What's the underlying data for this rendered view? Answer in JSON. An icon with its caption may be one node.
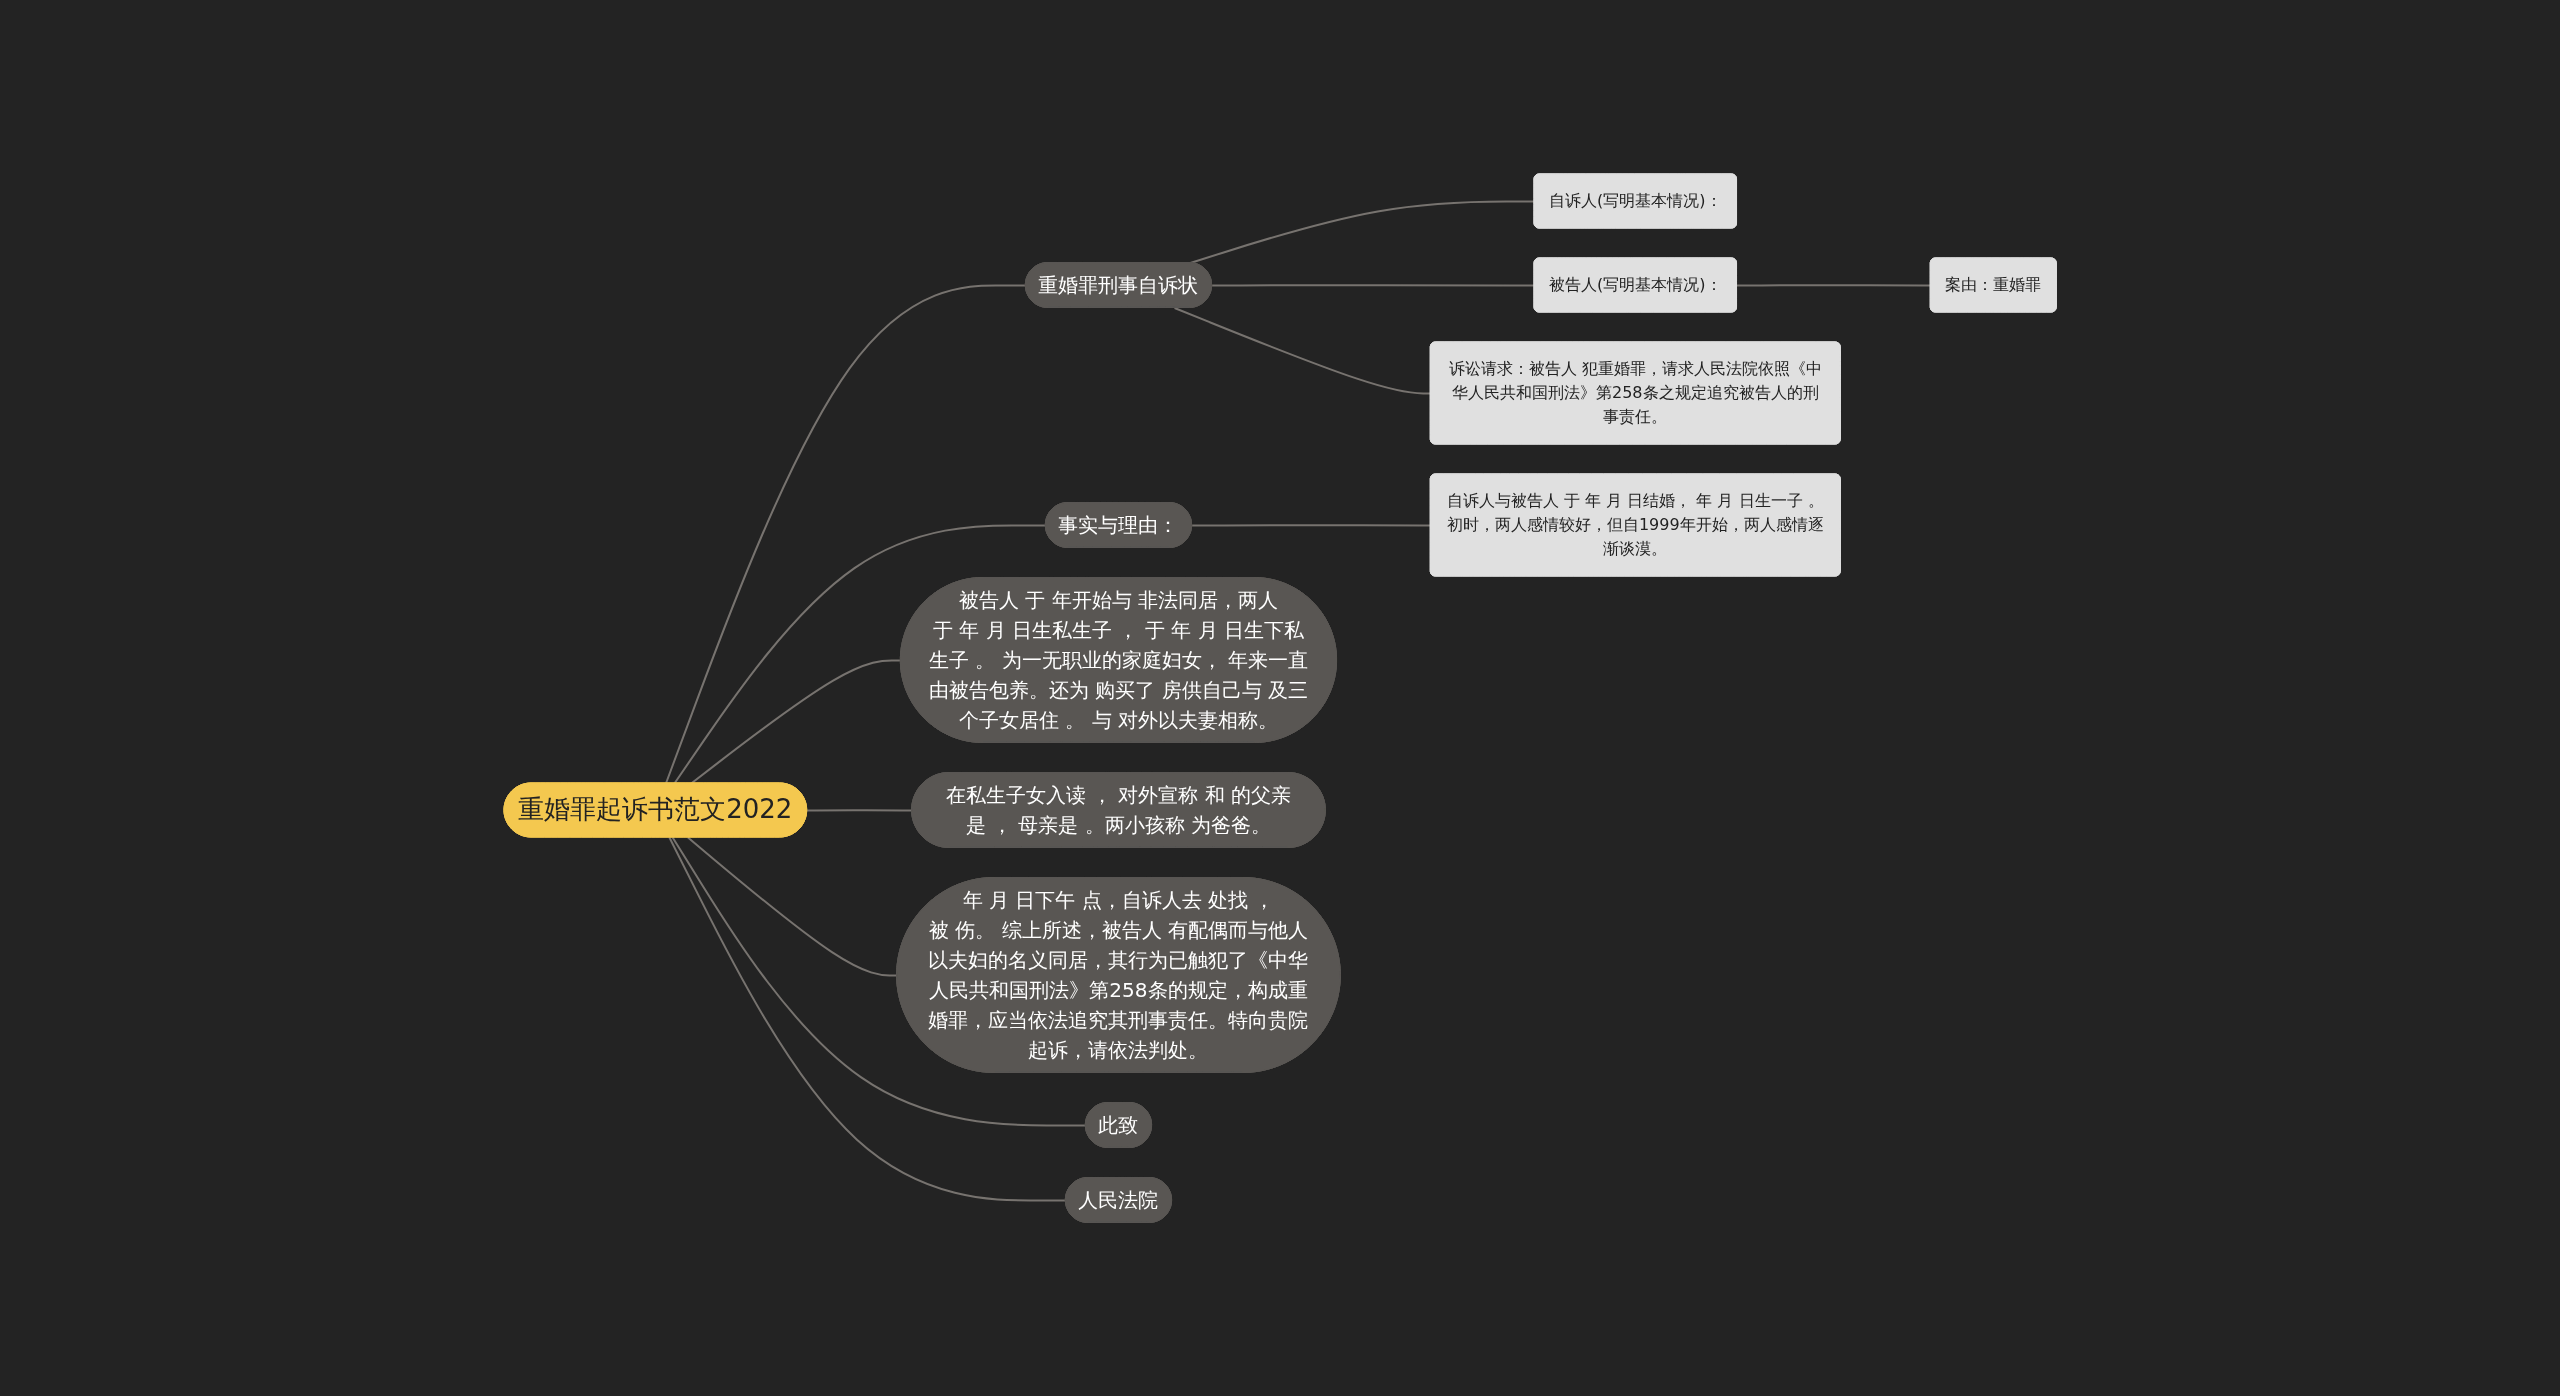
{
  "diagram": {
    "nodes": [
      {
        "text": [
          "重婚罪起诉书范文2022"
        ]
      },
      {
        "text": [
          "重婚罪刑事自诉状"
        ]
      },
      {
        "text": [
          "自诉人(写明基本情况)："
        ]
      },
      {
        "text": [
          "被告人(写明基本情况)："
        ]
      },
      {
        "text": [
          "案由：重婚罪"
        ]
      },
      {
        "text": [
          "诉讼请求：被告人 犯重婚罪，请求人民法院依照《中华人民共和国刑法》第258条之规定追究被告人的刑事责任。"
        ]
      },
      {
        "text": [
          "事实与理由："
        ]
      },
      {
        "text": [
          "自诉人与被告人 于 年 月 日结婚， 年 月 日生一子 。初时，两人感情较好，但自1999年开始，两人感情逐渐谈漠。"
        ]
      },
      {
        "text": [
          "被告人 于 年开始与 非法同居，两人于 年 月 日生私生子 ， 于 年 月 日生下私生子 。 为一无职业的家庭妇女， 年来一直由被告包养。还为 购买了 房供自己与 及三个子女居住 。 与 对外以夫妻相称。"
        ]
      },
      {
        "text": [
          "在私生子女入读 ， 对外宣称 和 的父亲是 ， 母亲是 。两小孩称 为爸爸。"
        ]
      },
      {
        "text": [
          "年 月 日下午 点，自诉人去 处找 ，被 伤。 综上所述，被告人 有配偶而与他人以夫妇的名义同居，其行为已触犯了《中华人民共和国刑法》第258条的规定，构成重婚罪，应当依法追究其刑事责任。特向贵院起诉，请依法判处。"
        ]
      },
      {
        "text": [
          "此致"
        ]
      },
      {
        "text": [
          "人民法院"
        ]
      }
    ],
    "edges": [
      {
        "from": 0,
        "to": 1,
        "arrow": "none"
      },
      {
        "from": 1,
        "to": 2,
        "arrow": "none"
      },
      {
        "from": 1,
        "to": 3,
        "arrow": "none"
      },
      {
        "from": 3,
        "to": 4,
        "arrow": "none"
      },
      {
        "from": 1,
        "to": 5,
        "arrow": "none"
      },
      {
        "from": 0,
        "to": 6,
        "arrow": "none"
      },
      {
        "from": 6,
        "to": 7,
        "arrow": "none"
      },
      {
        "from": 0,
        "to": 8,
        "arrow": "none"
      },
      {
        "from": 0,
        "to": 9,
        "arrow": "none"
      },
      {
        "from": 0,
        "to": 10,
        "arrow": "none"
      },
      {
        "from": 0,
        "to": 11,
        "arrow": "none"
      },
      {
        "from": 0,
        "to": 12,
        "arrow": "none"
      }
    ]
  }
}
